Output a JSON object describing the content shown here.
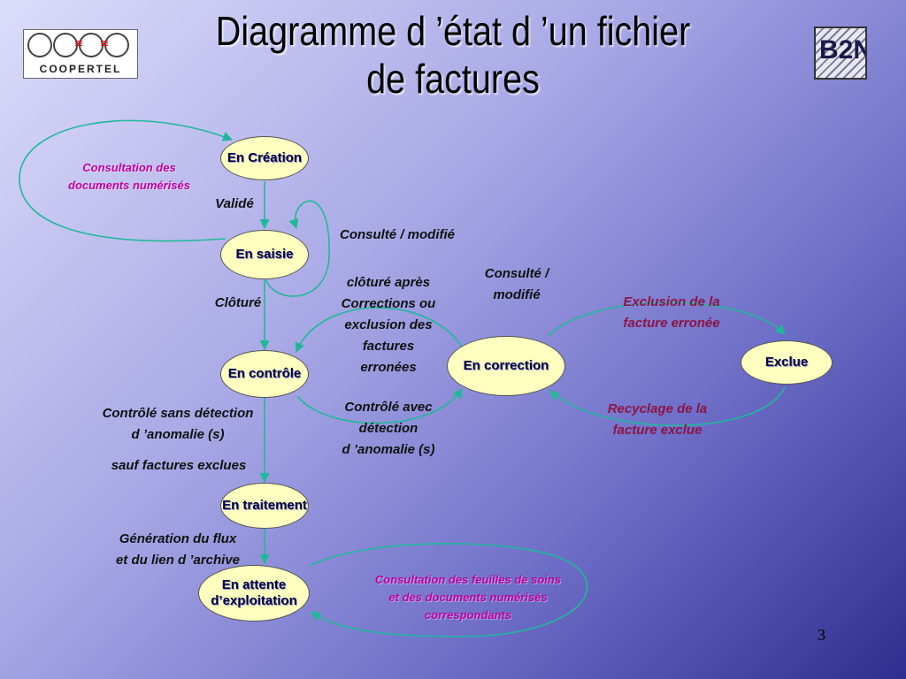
{
  "title": {
    "line1": "Diagramme d ’état d ’un fichier",
    "line2": "de factures"
  },
  "logos": {
    "left": {
      "name": "coopertel-logo",
      "text": "COOPERTEL",
      "accent": "#d01818"
    },
    "right": {
      "name": "b2n-logo",
      "text": "B2N"
    }
  },
  "colors": {
    "state_fill": "#ffffc0",
    "arrow": "#20b89a",
    "magenta": "#c000a0",
    "maroon": "#8c1446"
  },
  "states": {
    "creation": "En Création",
    "saisie": "En saisie",
    "controle": "En contrôle",
    "correction": "En correction",
    "exclue": "Exclue",
    "traitement": "En traitement",
    "attente_l1": "En attente",
    "attente_l2": "d’exploitation"
  },
  "transitions": {
    "consultation_docs_l1": "Consultation des",
    "consultation_docs_l2": "documents numérisés",
    "valide": "Validé",
    "consulte_modifie_saisie": "Consulté / modifié",
    "cloture": "Clôturé",
    "cloture_apres_l1": "clôturé après",
    "cloture_apres_l2": "Corrections ou",
    "cloture_apres_l3": "exclusion des",
    "cloture_apres_l4": "factures",
    "cloture_apres_l5": "erronées",
    "consulte_modifie_corr_l1": "Consulté /",
    "consulte_modifie_corr_l2": "modifié",
    "exclusion_l1": "Exclusion de la",
    "exclusion_l2": "facture erronée",
    "recyclage_l1": "Recyclage de la",
    "recyclage_l2": "facture exclue",
    "controle_avec_l1": "Contrôlé avec",
    "controle_avec_l2": "détection",
    "controle_avec_l3": "d ’anomalie (s)",
    "controle_sans_l1": "Contrôlé sans détection",
    "controle_sans_l2": "d ’anomalie (s)",
    "sauf_exclues": "sauf factures exclues",
    "generation_l1": "Génération du flux",
    "generation_l2": "et du lien d ’archive",
    "consultation_feuilles_l1": "Consultation des feuilles de soins",
    "consultation_feuilles_l2": "et des documents numérisés",
    "consultation_feuilles_l3": "correspondants"
  },
  "page_number": "3"
}
